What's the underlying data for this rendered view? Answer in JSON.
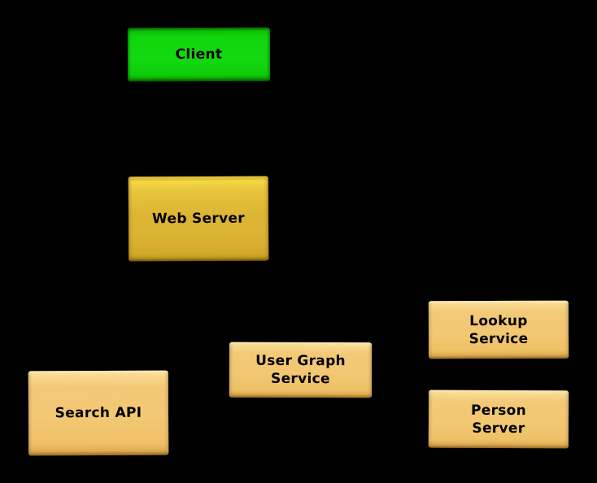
{
  "diagram": {
    "background_color": "#000000",
    "text_color": "#000000",
    "colors": {
      "client_fill": "#12d812",
      "web_server_fill": "#dcb434",
      "service_fill": "#f2c873"
    },
    "nodes": [
      {
        "id": "client",
        "label": "Client"
      },
      {
        "id": "web-server",
        "label": "Web Server"
      },
      {
        "id": "search-api",
        "label": "Search API"
      },
      {
        "id": "user-graph-service",
        "label": "User Graph\nService"
      },
      {
        "id": "lookup-service",
        "label": "Lookup\nService"
      },
      {
        "id": "person-server",
        "label": "Person\nServer"
      }
    ]
  }
}
